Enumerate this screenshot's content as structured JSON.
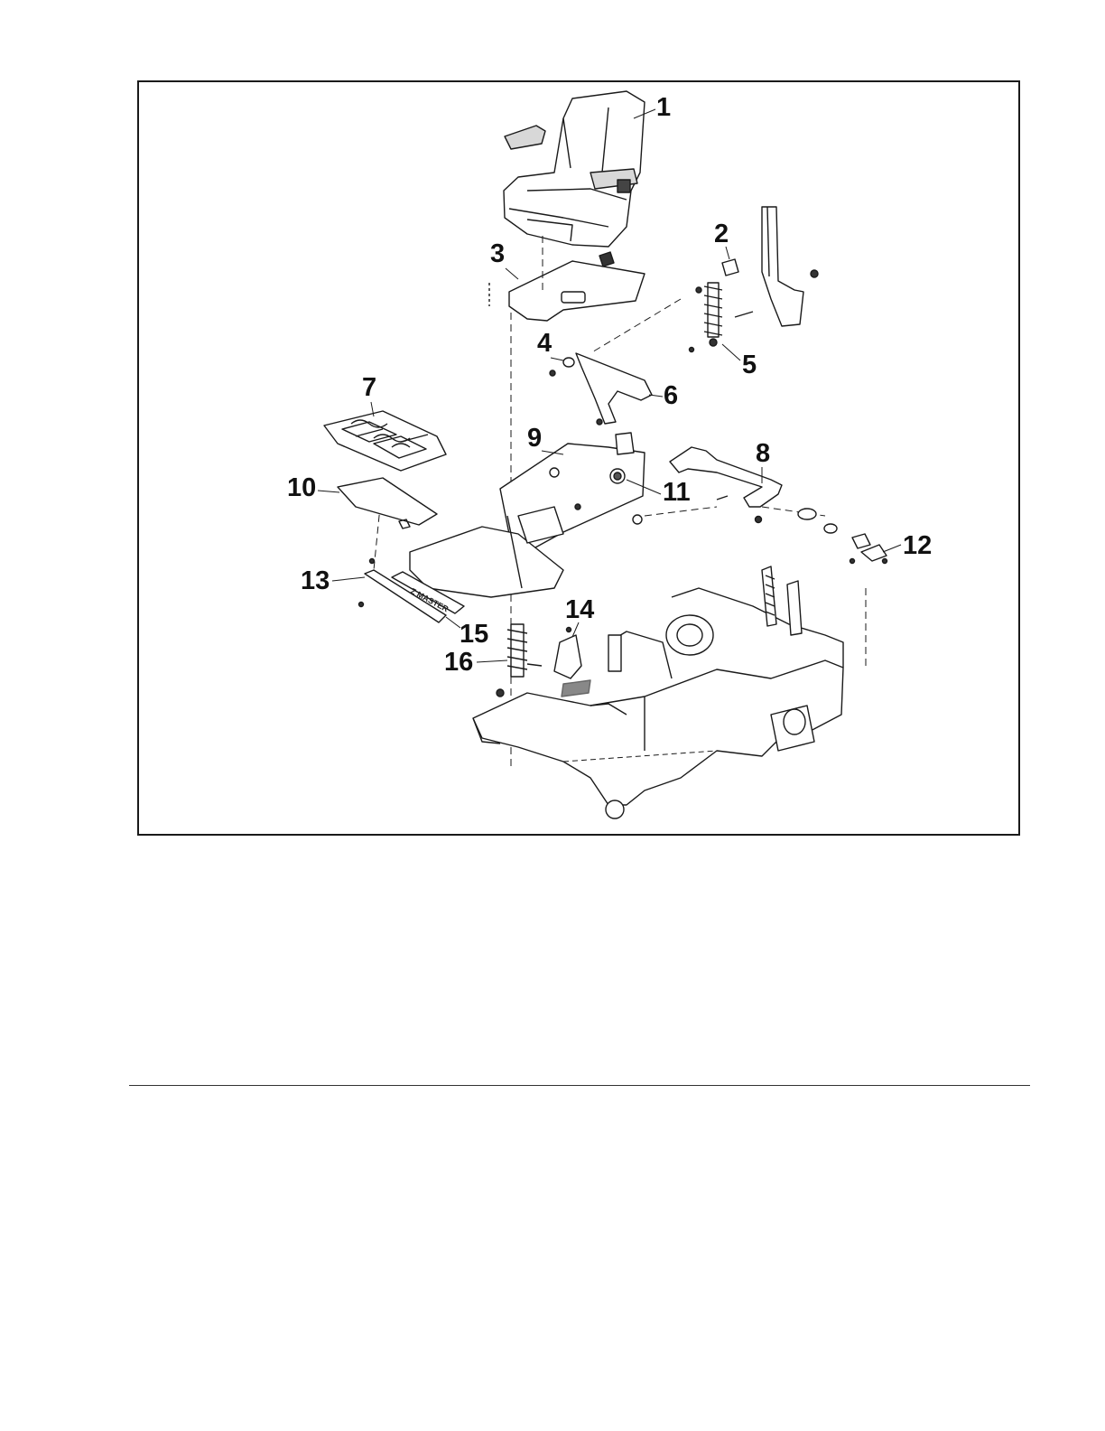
{
  "diagram": {
    "parts": [
      {
        "id": "seat",
        "callout": "1"
      },
      {
        "id": "latch-bracket",
        "callout": "2"
      },
      {
        "id": "seat-pan",
        "callout": "3"
      },
      {
        "id": "bushing",
        "callout": "4"
      },
      {
        "id": "rear-shock",
        "callout": "5"
      },
      {
        "id": "pivot-arm",
        "callout": "6"
      },
      {
        "id": "floor-mat",
        "callout": "7"
      },
      {
        "id": "rocker-shaft",
        "callout": "8"
      },
      {
        "id": "platform-frame",
        "callout": "9"
      },
      {
        "id": "floor-plate",
        "callout": "10"
      },
      {
        "id": "isolator",
        "callout": "11"
      },
      {
        "id": "clamp-bracket",
        "callout": "12"
      },
      {
        "id": "front-trim",
        "callout": "13"
      },
      {
        "id": "shock-mount",
        "callout": "14"
      },
      {
        "id": "step-plate",
        "callout": "15"
      },
      {
        "id": "front-shock",
        "callout": "16"
      }
    ],
    "logo_text": "Z MASTER",
    "colors": {
      "line": "#1a1a1a",
      "fill": "#ffffff",
      "shade": "#9a9a9a"
    }
  }
}
